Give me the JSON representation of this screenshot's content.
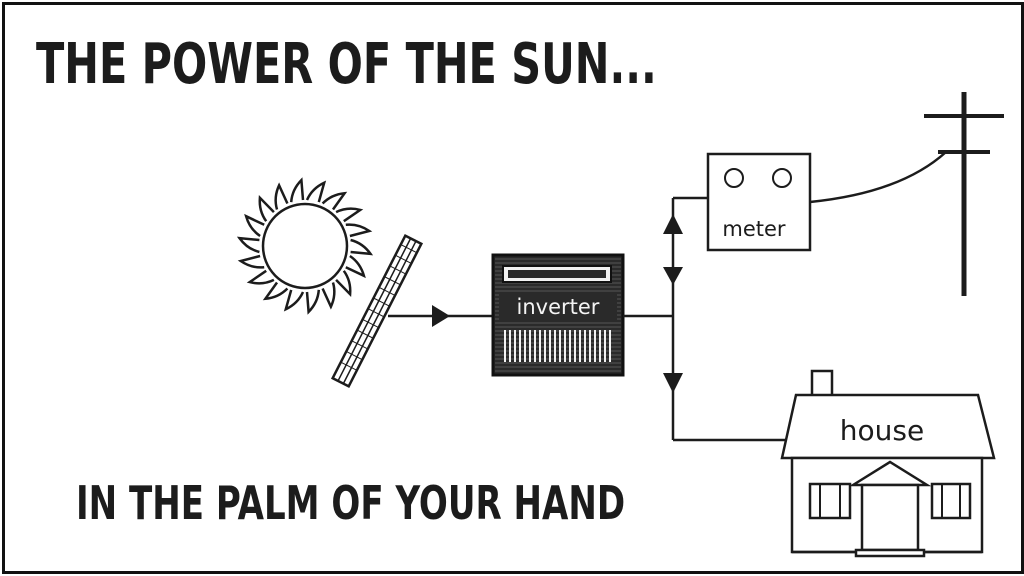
{
  "title": "THE POWER OF THE SUN...",
  "subtitle": "IN THE PALM OF YOUR HAND",
  "labels": {
    "inverter": "inverter",
    "meter": "meter",
    "house": "house"
  },
  "colors": {
    "ink": "#1c1c1c",
    "background": "#ffffff"
  },
  "icons": [
    "sun-icon",
    "solar-panel-icon",
    "inverter-icon",
    "meter-icon",
    "utility-pole-icon",
    "house-icon"
  ]
}
